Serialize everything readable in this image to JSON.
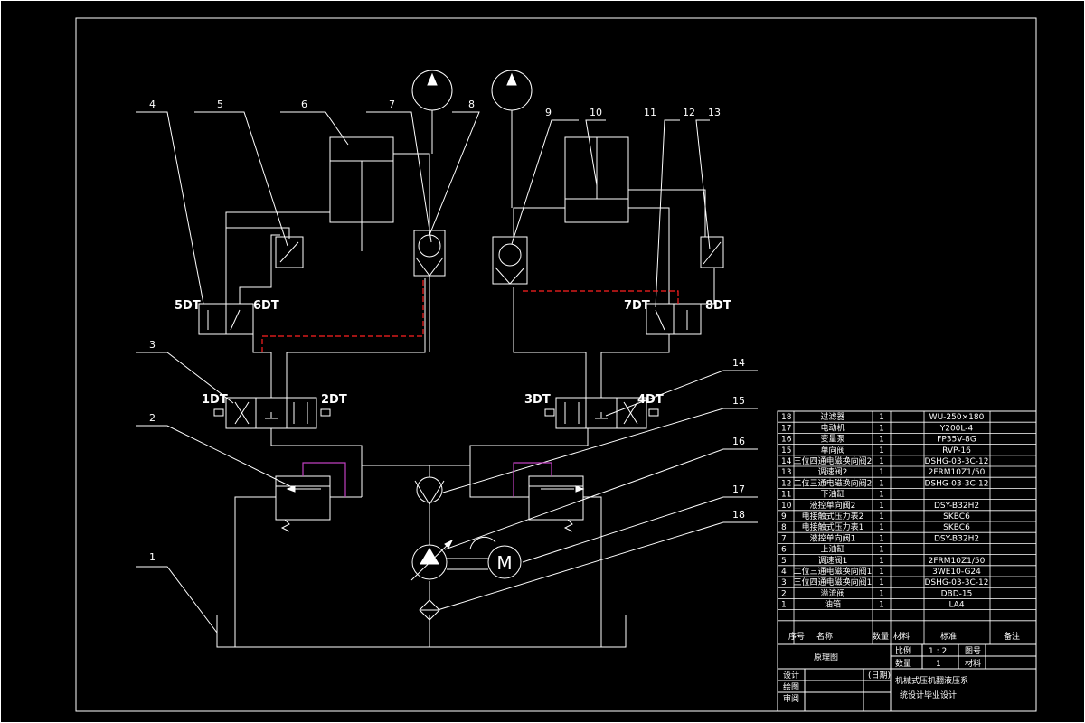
{
  "callouts": [
    "1",
    "2",
    "3",
    "4",
    "5",
    "6",
    "7",
    "8",
    "9",
    "10",
    "11",
    "12",
    "13",
    "14",
    "15",
    "16",
    "17",
    "18"
  ],
  "solenoids": [
    "1DT",
    "2DT",
    "3DT",
    "4DT",
    "5DT",
    "6DT",
    "7DT",
    "8DT"
  ],
  "motor_label": "M",
  "bom": [
    {
      "no": "18",
      "name": "过滤器",
      "qty": "1",
      "spec": "WU-250×180"
    },
    {
      "no": "17",
      "name": "电动机",
      "qty": "1",
      "spec": "Y200L-4"
    },
    {
      "no": "16",
      "name": "变量泵",
      "qty": "1",
      "spec": "FP35V-8G"
    },
    {
      "no": "15",
      "name": "单向阀",
      "qty": "1",
      "spec": "RVP-16"
    },
    {
      "no": "14",
      "name": "三位四通电磁换向阀2",
      "qty": "1",
      "spec": "DSHG-03-3C-12"
    },
    {
      "no": "13",
      "name": "调速阀2",
      "qty": "1",
      "spec": "2FRM10Z1/50"
    },
    {
      "no": "12",
      "name": "二位三通电磁换向阀2",
      "qty": "1",
      "spec": "DSHG-03-3C-12"
    },
    {
      "no": "11",
      "name": "下油缸",
      "qty": "1",
      "spec": ""
    },
    {
      "no": "10",
      "name": "液控单向阀2",
      "qty": "1",
      "spec": "DSY-B32H2"
    },
    {
      "no": "9",
      "name": "电接触式压力表2",
      "qty": "1",
      "spec": "SKBC6"
    },
    {
      "no": "8",
      "name": "电接触式压力表1",
      "qty": "1",
      "spec": "SKBC6"
    },
    {
      "no": "7",
      "name": "液控单向阀1",
      "qty": "1",
      "spec": "DSY-B32H2"
    },
    {
      "no": "6",
      "name": "上油缸",
      "qty": "1",
      "spec": ""
    },
    {
      "no": "5",
      "name": "调速阀1",
      "qty": "1",
      "spec": "2FRM10Z1/50"
    },
    {
      "no": "4",
      "name": "二位三通电磁换向阀1",
      "qty": "1",
      "spec": "3WE10-G24"
    },
    {
      "no": "3",
      "name": "三位四通电磁换向阀1",
      "qty": "1",
      "spec": "DSHG-03-3C-12"
    },
    {
      "no": "2",
      "name": "溢流阀",
      "qty": "1",
      "spec": "DBD-15"
    },
    {
      "no": "1",
      "name": "油箱",
      "qty": "1",
      "spec": "LA4"
    }
  ],
  "bom_header": {
    "no": "序号",
    "name": "名称",
    "qty": "数量",
    "material": "材料",
    "standard": "标准",
    "remark": "备注"
  },
  "title_block": {
    "drawing_name": "原理图",
    "scale_label": "比例",
    "scale_value": "1 : 2",
    "qty_label": "数量",
    "qty_value": "1",
    "drawing_no_label": "图号",
    "material_label": "材料",
    "design_label": "设计",
    "check_label": "绘图",
    "review_label": "审阅",
    "date_label": "(日期)",
    "project_line1": "机械式压机翻液压系",
    "project_line2": "统设计毕业设计"
  },
  "colors": {
    "line": "#ffffff",
    "pilot": "#ff2020",
    "drain": "#c040c0",
    "bg": "#000000"
  }
}
